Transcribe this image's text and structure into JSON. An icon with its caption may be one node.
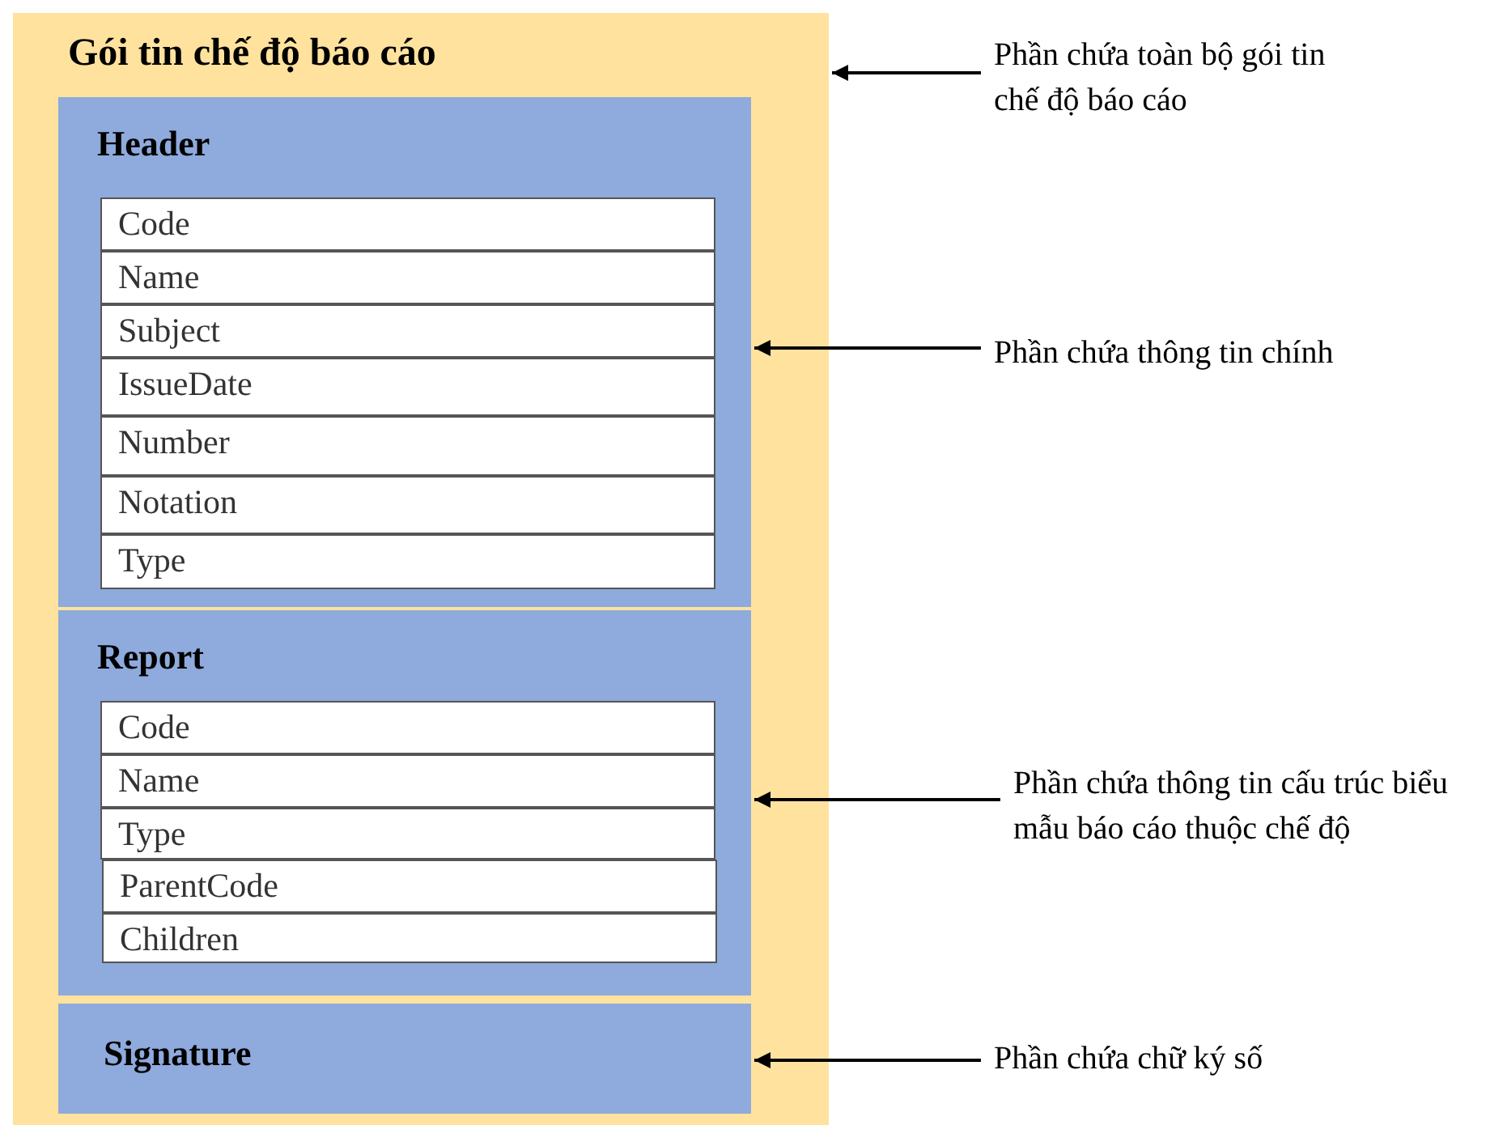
{
  "diagram": {
    "nodes": [
      {
        "text": [
          "Gói tin chế độ báo cáo"
        ]
      },
      {
        "text": [
          "Header"
        ],
        "in": 0
      },
      {
        "text": [
          "Code"
        ],
        "in": 1
      },
      {
        "text": [
          "Name"
        ],
        "in": 1
      },
      {
        "text": [
          "Subject"
        ],
        "in": 1
      },
      {
        "text": [
          "IssueDate"
        ],
        "in": 1
      },
      {
        "text": [
          "Number"
        ],
        "in": 1
      },
      {
        "text": [
          "Notation"
        ],
        "in": 1
      },
      {
        "text": [
          "Type"
        ],
        "in": 1
      },
      {
        "text": [
          "Report"
        ],
        "in": 0
      },
      {
        "text": [
          "Code"
        ],
        "in": 9
      },
      {
        "text": [
          "Name"
        ],
        "in": 9
      },
      {
        "text": [
          "Type"
        ],
        "in": 9
      },
      {
        "text": [
          "ParentCode"
        ],
        "in": 9
      },
      {
        "text": [
          "Children"
        ],
        "in": 9
      },
      {
        "text": [
          "Signature"
        ],
        "in": 0
      },
      {
        "text": [
          "Phần chứa toàn bộ gói tin chế độ báo cáo"
        ]
      },
      {
        "text": [
          "Phần chứa thông tin chính"
        ]
      },
      {
        "text": [
          "Phần chứa thông tin cấu trúc biểu mẫu báo cáo thuộc chế độ"
        ]
      },
      {
        "text": [
          "Phần chứa chữ ký số"
        ]
      }
    ],
    "edges": [
      {
        "from": 16,
        "to": 0,
        "arrow": "to"
      },
      {
        "from": 17,
        "to": 1,
        "arrow": "to"
      },
      {
        "from": 18,
        "to": 9,
        "arrow": "to"
      },
      {
        "from": 19,
        "to": 15,
        "arrow": "to"
      }
    ]
  }
}
